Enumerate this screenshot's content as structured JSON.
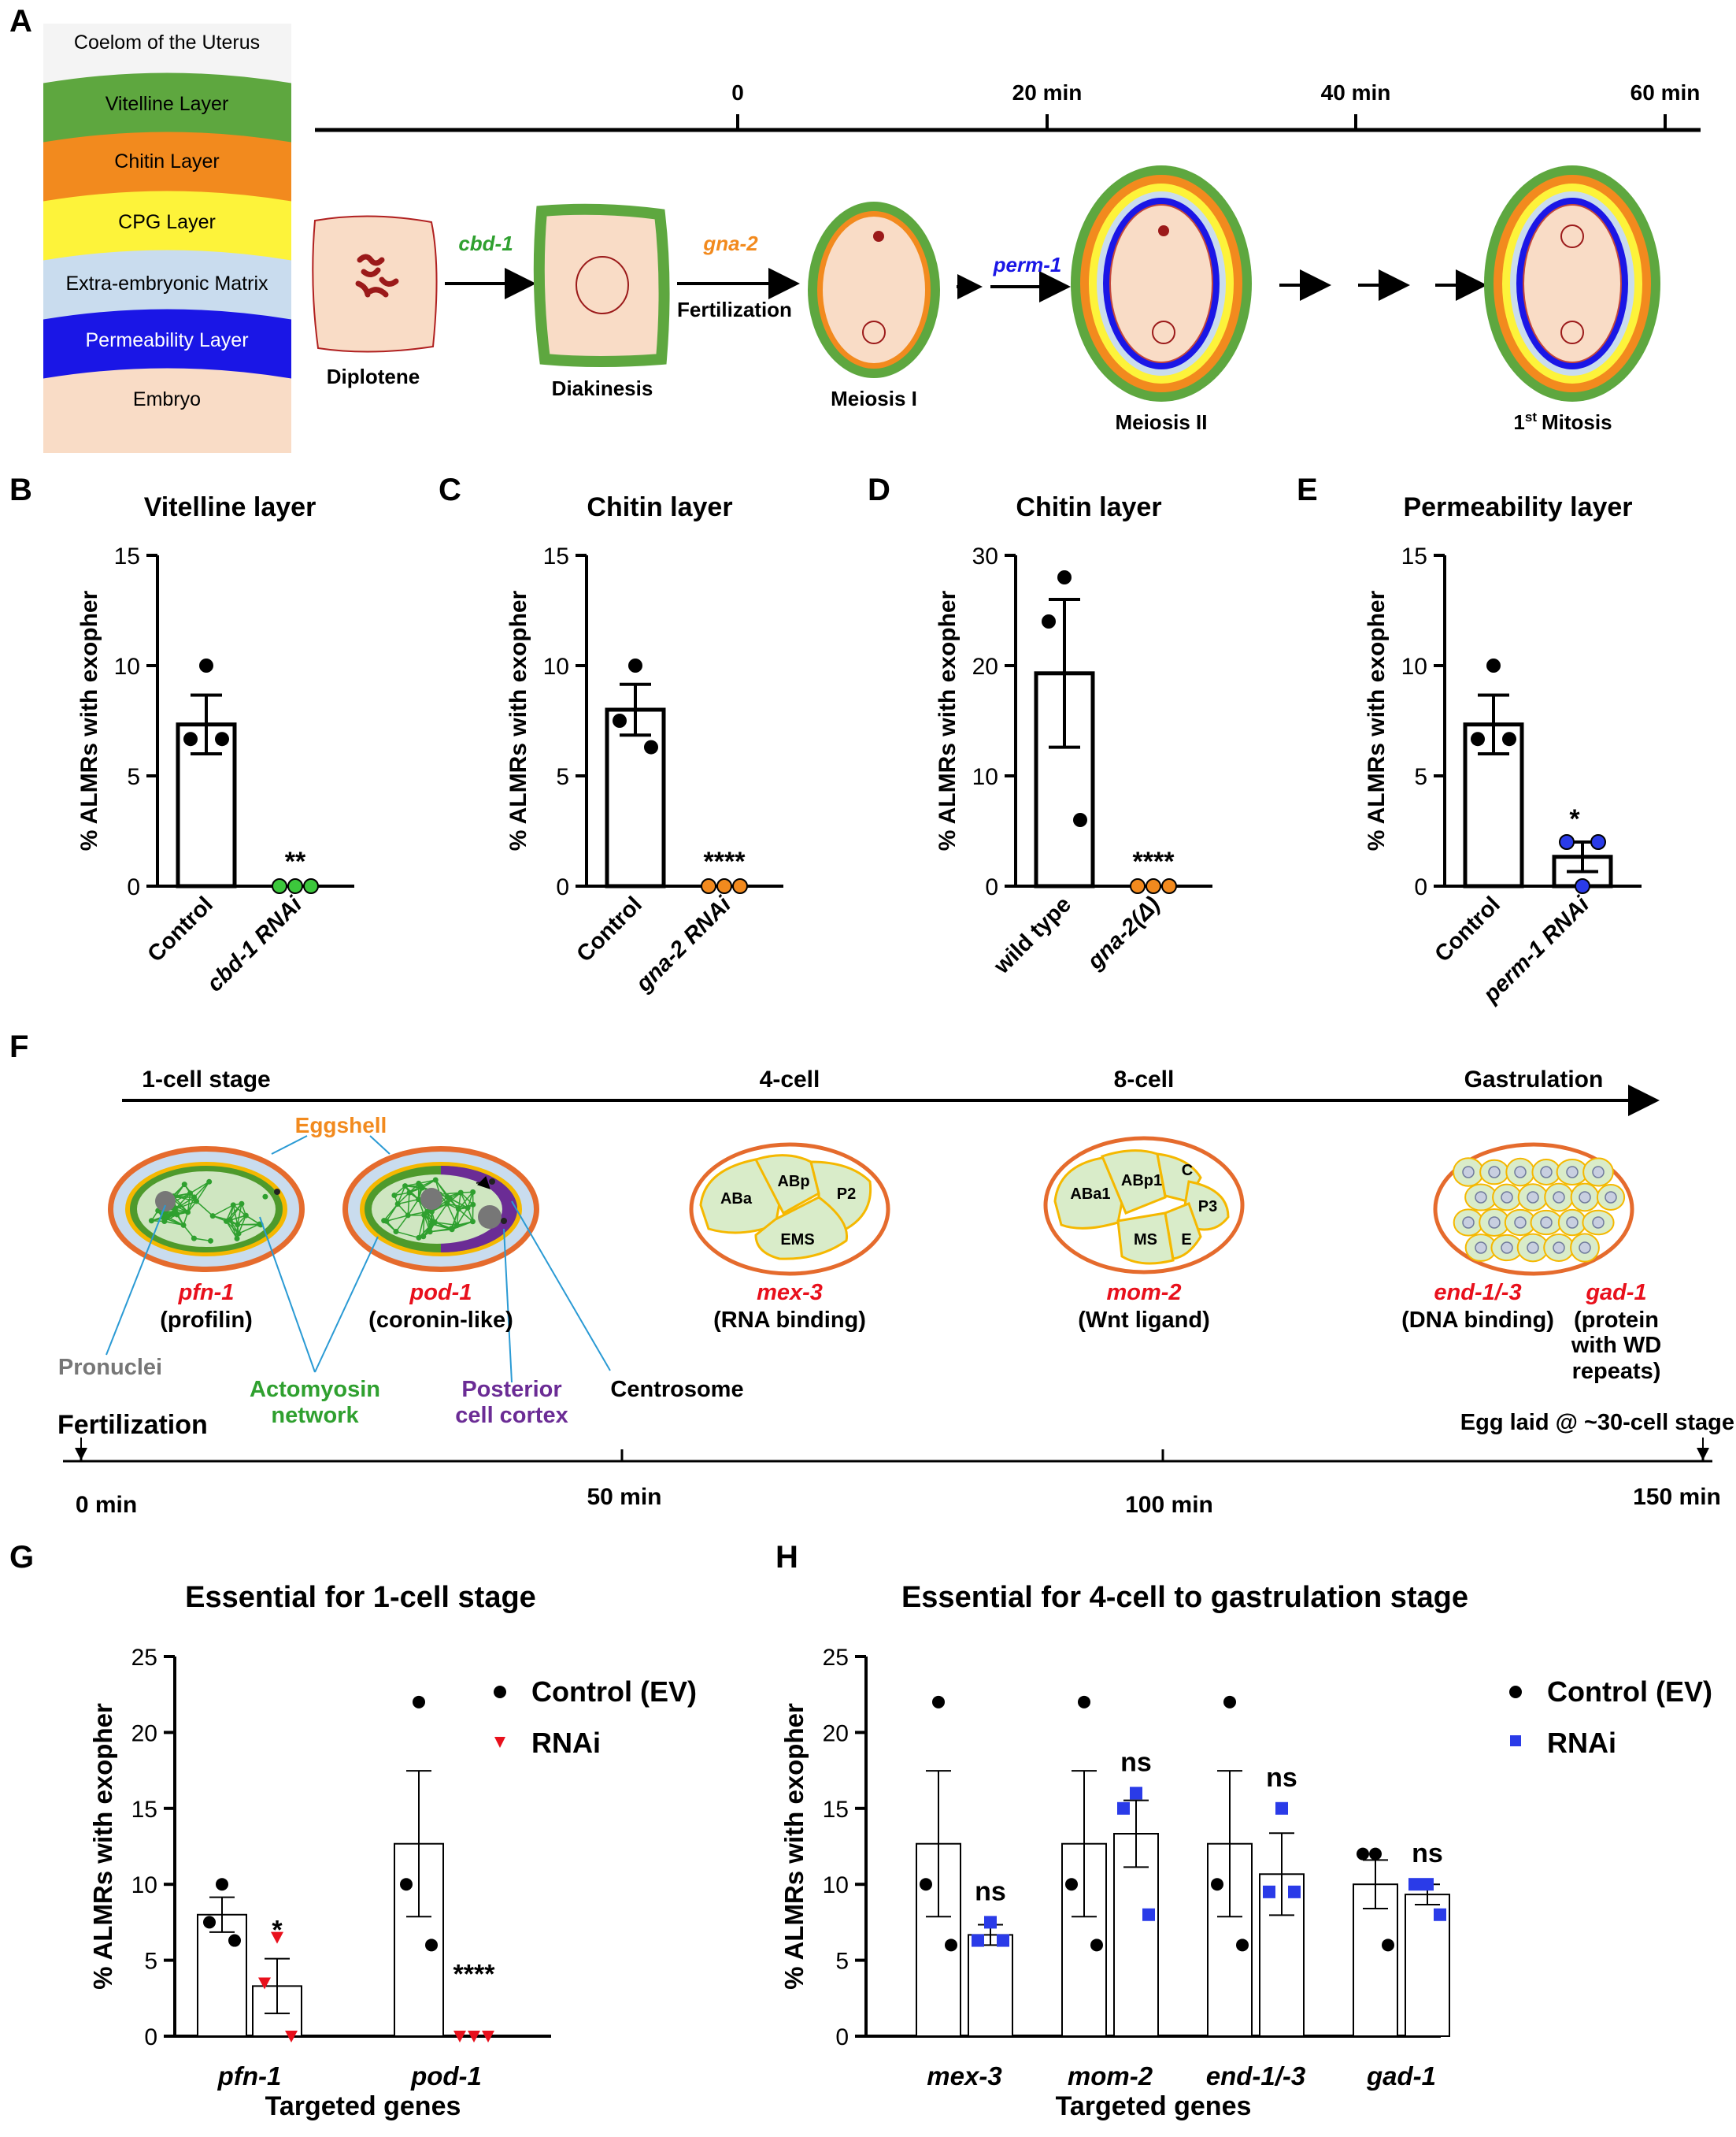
{
  "panel_letters": [
    "A",
    "B",
    "C",
    "D",
    "E",
    "F",
    "G",
    "H"
  ],
  "colors": {
    "vitelline": "#5ea73f",
    "chitin": "#f28a1e",
    "cpg": "#fdf33a",
    "matrix": "#c9dcee",
    "permeability": "#1a16e6",
    "embryo": "#f9dcc6",
    "perm_dark": "#1f1f8c",
    "red": "#e8101c",
    "blue_gene": "#1a16e6",
    "green_gene": "#2fa02f",
    "orange_gene": "#f28a1e",
    "purple": "#6b2c95",
    "centrosome_line": "#2a9ad4",
    "dot_green": "#3cc83c",
    "dot_orange": "#f28a1e",
    "dot_blue": "#2a3be8"
  },
  "panelA": {
    "layers": [
      "Coelom of the Uterus",
      "Vitelline Layer",
      "Chitin Layer",
      "CPG Layer",
      "Extra-embryonic Matrix",
      "Permeability Layer",
      "Embryo"
    ],
    "timeline_ticks": [
      "0",
      "20 min",
      "40 min",
      "60 min"
    ],
    "stages": {
      "diplotene": "Diplotene",
      "diakinesis": "Diakinesis",
      "meiosis1": "Meiosis I",
      "meiosis2": "Meiosis II",
      "mitosis_num": "1",
      "mitosis_sup": "st",
      "mitosis_word": "Mitosis"
    },
    "arrows": {
      "cbd1": "cbd-1",
      "gna2": "gna-2",
      "fertilization": "Fertilization",
      "perm1": "perm-1"
    }
  },
  "bar_panels": [
    {
      "letter": "B",
      "title": "Vitelline layer",
      "ylabel": "% ALMRs with exopher",
      "ymax": 15,
      "ticks": [
        "0",
        "5",
        "10",
        "15"
      ],
      "categories": [
        "Control",
        "cbd-1 RNAi"
      ],
      "sig": "**"
    },
    {
      "letter": "C",
      "title": "Chitin layer",
      "ylabel": "% ALMRs with exopher",
      "ymax": 15,
      "ticks": [
        "0",
        "5",
        "10",
        "15"
      ],
      "categories": [
        "Control",
        "gna-2 RNAi"
      ],
      "sig": "****"
    },
    {
      "letter": "D",
      "title": "Chitin layer",
      "ylabel": "% ALMRs with exopher",
      "ymax": 30,
      "ticks": [
        "0",
        "10",
        "20",
        "30"
      ],
      "categories": [
        "wild type",
        "gna-2(Δ)"
      ],
      "sig": "****"
    },
    {
      "letter": "E",
      "title": "Permeability layer",
      "ylabel": "% ALMRs with exopher",
      "ymax": 15,
      "ticks": [
        "0",
        "5",
        "10",
        "15"
      ],
      "categories": [
        "Control",
        "perm-1 RNAi"
      ],
      "sig": "*"
    }
  ],
  "panelF": {
    "stages": [
      "1-cell stage",
      "4-cell",
      "8-cell",
      "Gastrulation"
    ],
    "eggshell": "Eggshell",
    "cells4": [
      "ABa",
      "ABp",
      "P2",
      "EMS"
    ],
    "cells8": [
      "ABa1",
      "ABp1",
      "C",
      "P3",
      "MS",
      "E"
    ],
    "genes": [
      {
        "name": "pfn-1",
        "desc": "(profilin)"
      },
      {
        "name": "pod-1",
        "desc": "(coronin-like)"
      },
      {
        "name": "mex-3",
        "desc": "(RNA binding)"
      },
      {
        "name": "mom-2",
        "desc": "(Wnt ligand)"
      },
      {
        "name": "end-1/-3",
        "desc": "(DNA binding)"
      },
      {
        "name": "gad-1",
        "desc": "(protein"
      }
    ],
    "gad1_desc_extra": [
      "with WD",
      "repeats)"
    ],
    "labels": {
      "pronuclei": "Pronuclei",
      "actomyosin1": "Actomyosin",
      "actomyosin2": "network",
      "posterior1": "Posterior",
      "posterior2": "cell cortex",
      "centrosome": "Centrosome",
      "fertilization": "Fertilization",
      "egg_laid": "Egg laid @ ~30-cell stage"
    },
    "time_ticks": [
      "0 min",
      "50 min",
      "100 min",
      "150 min"
    ]
  },
  "chart_data": [
    {
      "type": "bar",
      "panel": "B",
      "title": "Vitelline layer",
      "ylabel": "% ALMRs with exopher",
      "ylim": [
        0,
        15
      ],
      "categories": [
        "Control",
        "cbd-1 RNAi"
      ],
      "values": [
        7.33,
        0
      ],
      "sem": [
        1.33,
        0
      ],
      "points": [
        [
          10,
          6.67,
          6.67
        ],
        [
          0,
          0,
          0
        ]
      ],
      "significance": "**"
    },
    {
      "type": "bar",
      "panel": "C",
      "title": "Chitin layer",
      "ylabel": "% ALMRs with exopher",
      "ylim": [
        0,
        15
      ],
      "categories": [
        "Control",
        "gna-2 RNAi"
      ],
      "values": [
        8,
        0
      ],
      "sem": [
        1.15,
        0
      ],
      "points": [
        [
          10,
          7.5,
          6.3
        ],
        [
          0,
          0,
          0
        ]
      ],
      "significance": "****"
    },
    {
      "type": "bar",
      "panel": "D",
      "title": "Chitin layer",
      "ylabel": "% ALMRs with exopher",
      "ylim": [
        0,
        30
      ],
      "categories": [
        "wild type",
        "gna-2(Δ)"
      ],
      "values": [
        19.3,
        0
      ],
      "sem": [
        6.7,
        0
      ],
      "points": [
        [
          28,
          24,
          6
        ],
        [
          0,
          0,
          0
        ]
      ],
      "significance": "****"
    },
    {
      "type": "bar",
      "panel": "E",
      "title": "Permeability layer",
      "ylabel": "% ALMRs with exopher",
      "ylim": [
        0,
        15
      ],
      "categories": [
        "Control",
        "perm-1 RNAi"
      ],
      "values": [
        7.33,
        1.33
      ],
      "sem": [
        1.33,
        0.67
      ],
      "points": [
        [
          10,
          6.67,
          6.67
        ],
        [
          2,
          2,
          0
        ]
      ],
      "significance": "*"
    },
    {
      "type": "bar",
      "panel": "G",
      "title": "Essential for 1-cell stage",
      "xlabel": "Targeted genes",
      "ylabel": "% ALMRs with exopher",
      "ylim": [
        0,
        25
      ],
      "ticks": [
        "0",
        "5",
        "10",
        "15",
        "20",
        "25"
      ],
      "categories": [
        "pfn-1",
        "pod-1"
      ],
      "series": [
        {
          "name": "Control (EV)",
          "values": [
            8,
            12.67
          ],
          "sem": [
            1.15,
            4.8
          ],
          "points": [
            [
              10,
              7.5,
              6.3
            ],
            [
              22,
              10,
              6
            ]
          ]
        },
        {
          "name": "RNAi",
          "values": [
            3.3,
            0
          ],
          "sem": [
            1.8,
            0
          ],
          "points": [
            [
              6.5,
              3.5,
              0
            ],
            [
              0,
              0,
              0
            ]
          ]
        }
      ],
      "significance": [
        "*",
        "****"
      ]
    },
    {
      "type": "bar",
      "panel": "H",
      "title": "Essential for 4-cell to gastrulation stage",
      "xlabel": "Targeted genes",
      "ylabel": "% ALMRs with exopher",
      "ylim": [
        0,
        25
      ],
      "ticks": [
        "0",
        "5",
        "10",
        "15",
        "20",
        "25"
      ],
      "categories": [
        "mex-3",
        "mom-2",
        "end-1/-3",
        "gad-1"
      ],
      "series": [
        {
          "name": "Control (EV)",
          "values": [
            12.67,
            12.67,
            12.67,
            10
          ],
          "sem": [
            4.8,
            4.8,
            4.8,
            1.6
          ],
          "points": [
            [
              22,
              10,
              6
            ],
            [
              22,
              10,
              6
            ],
            [
              22,
              10,
              6
            ],
            [
              12,
              12,
              6
            ]
          ]
        },
        {
          "name": "RNAi",
          "values": [
            6.67,
            13.33,
            10.67,
            9.33
          ],
          "sem": [
            0.67,
            2.2,
            2.7,
            0.67
          ],
          "points": [
            [
              7.5,
              6.3,
              6.3
            ],
            [
              16,
              15,
              8
            ],
            [
              15,
              9.5,
              9.5
            ],
            [
              10,
              10,
              8
            ]
          ]
        }
      ],
      "significance": [
        "ns",
        "ns",
        "ns",
        "ns"
      ]
    }
  ]
}
